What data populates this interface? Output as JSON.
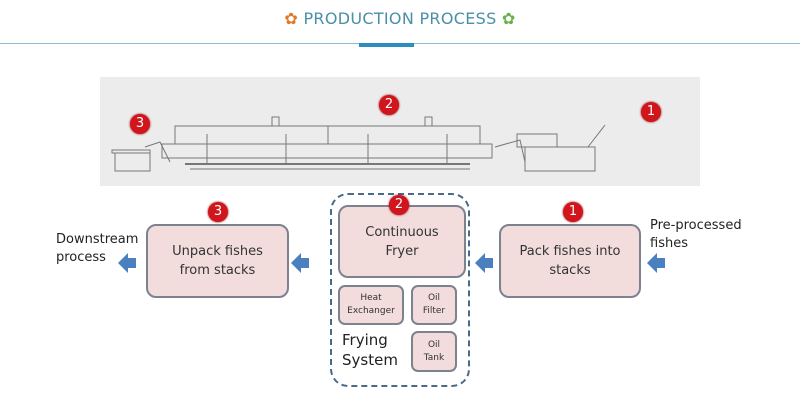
{
  "header": {
    "title": "PRODUCTION PROCESS"
  },
  "machine": {
    "badges": [
      "3",
      "2",
      "1"
    ]
  },
  "steps": [
    {
      "badge": "1",
      "label": "Pack fishes into stacks"
    },
    {
      "badge": "2",
      "label": "Continuous Fryer"
    },
    {
      "badge": "3",
      "label": "Unpack fishes from stacks"
    }
  ],
  "frying_system": {
    "label": "Frying System",
    "parts": [
      "Heat Exchanger",
      "Oil Filter",
      "Oil Tank"
    ]
  },
  "input_label": "Pre-processed fishes",
  "output_label": "Downstream process",
  "colors": {
    "badge": "#d0151d",
    "box": "#f2dcdc",
    "arrow": "#4a7fc0",
    "accent": "#2a8fc0"
  }
}
